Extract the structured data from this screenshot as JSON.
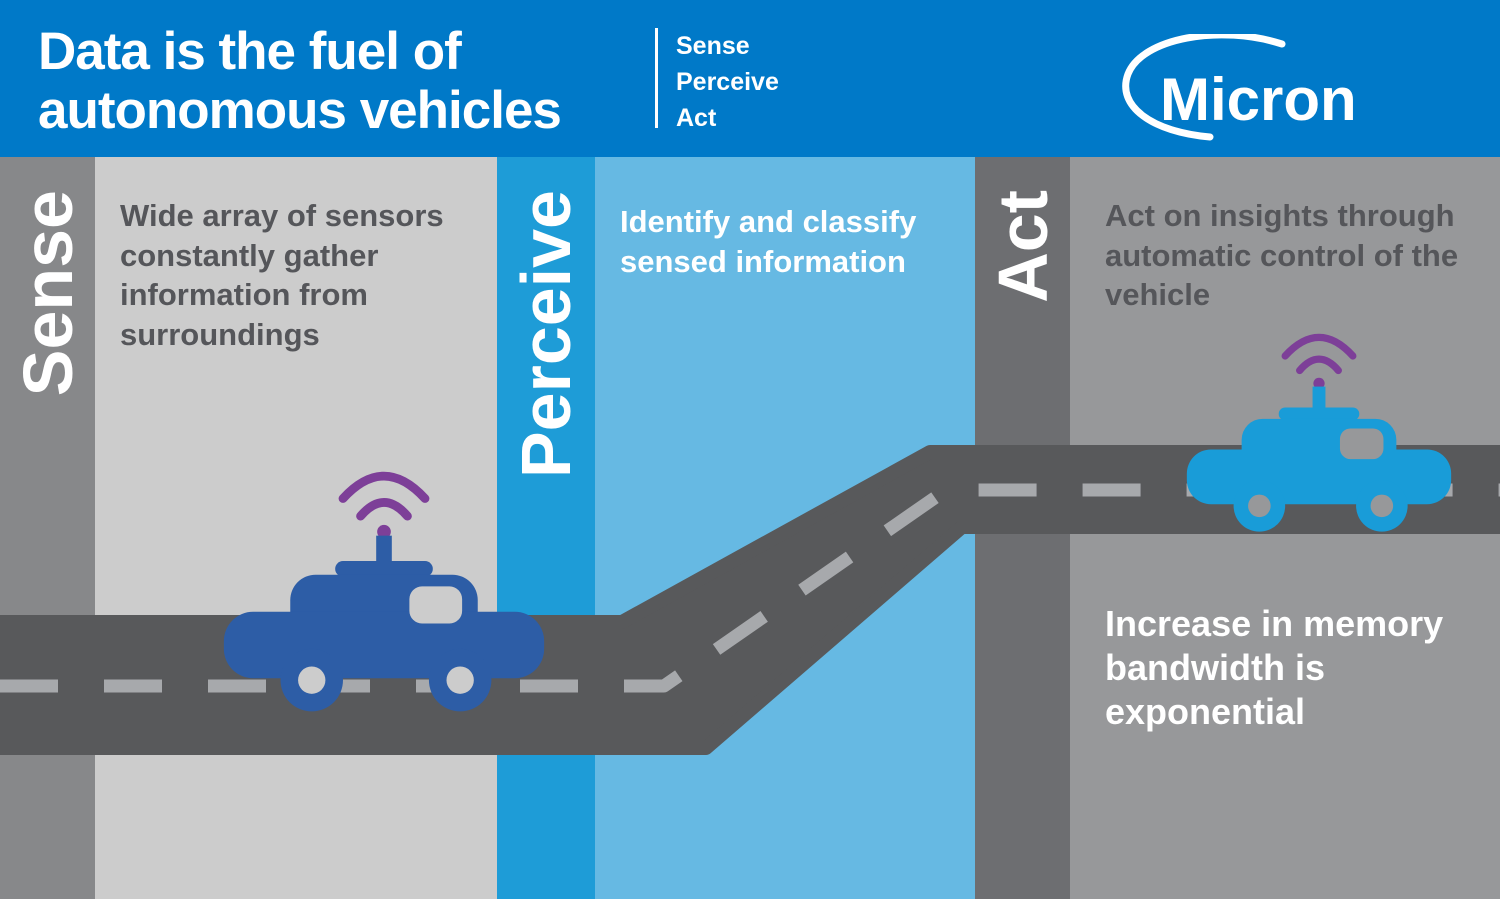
{
  "header": {
    "title_line1": "Data is the fuel of",
    "title_line2": "autonomous vehicles",
    "steps": [
      "Sense",
      "Perceive",
      "Act"
    ],
    "brand": "Micron"
  },
  "sections": {
    "sense": {
      "label": "Sense",
      "description": "Wide array of sensors constantly gather information from surroundings"
    },
    "perceive": {
      "label": "Perceive",
      "description": "Identify and classify sensed information"
    },
    "act": {
      "label": "Act",
      "description": "Act on insights through automatic control of the vehicle"
    }
  },
  "callout": {
    "text": "Increase in memory bandwidth is exponential"
  },
  "icons": {
    "wifi_signal_icon": "concentric purple arcs with dot",
    "autonomous_car_icon": "car silhouette with roof sensor bar",
    "micron_orbit_icon": "elliptical swoosh around the M",
    "road_graphic": "dark road band with dashed center line"
  },
  "colors": {
    "header_bg": "#0079c8",
    "sense_strip": "#87888a",
    "sense_bg": "#cccccc",
    "perceive_strip": "#1e9cd7",
    "perceive_bg": "#66b9e3",
    "act_strip": "#6d6e71",
    "act_bg": "#97989a",
    "road": "#58595b",
    "road_dash": "#a7a9ac",
    "car_left": "#2d5da6",
    "car_right": "#199cd8",
    "signal": "#7d3f98",
    "text_dark": "#55565a",
    "text_light": "#ffffff"
  }
}
